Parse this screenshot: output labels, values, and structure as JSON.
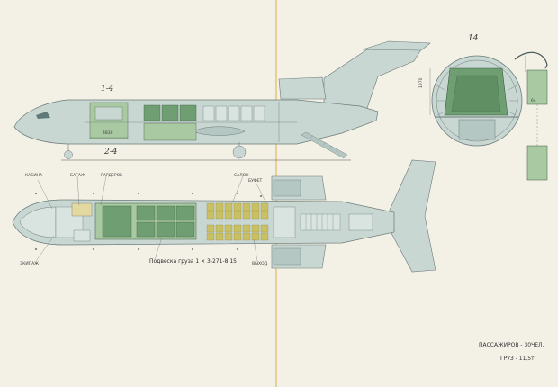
{
  "colors": {
    "paper": "#f3f0e6",
    "fuselage": "#c9d7d3",
    "fuselage_stroke": "#6a7b78",
    "cargo": "#6f9e73",
    "cargo_light": "#a9c9a2",
    "seat": "#c9c063",
    "fold_line": "#e2c884"
  },
  "side_view": {
    "mark_top": "1-4",
    "mark_bottom": "2-4",
    "dim_label": "4830"
  },
  "section": {
    "mark": "14",
    "dim_left": "1970",
    "dim_right": "64"
  },
  "plan_view": {
    "labels": {
      "top_left": "КАБИНА",
      "top_mid1": "БАГАЖ",
      "top_mid2": "ГАРДЕРОБ",
      "top_right1": "САЛОН",
      "top_right2": "БУФЕТ",
      "bottom_left": "ЭКИПАЖ",
      "bottom_right": "ВЫХОД"
    },
    "caption": "Подвеска груза 1 × 3-271-8.15"
  },
  "footer": {
    "line1": "ПАССАЖИРОВ - 30ЧЕЛ.",
    "line2": "ГРУЗ - 11,5т"
  }
}
